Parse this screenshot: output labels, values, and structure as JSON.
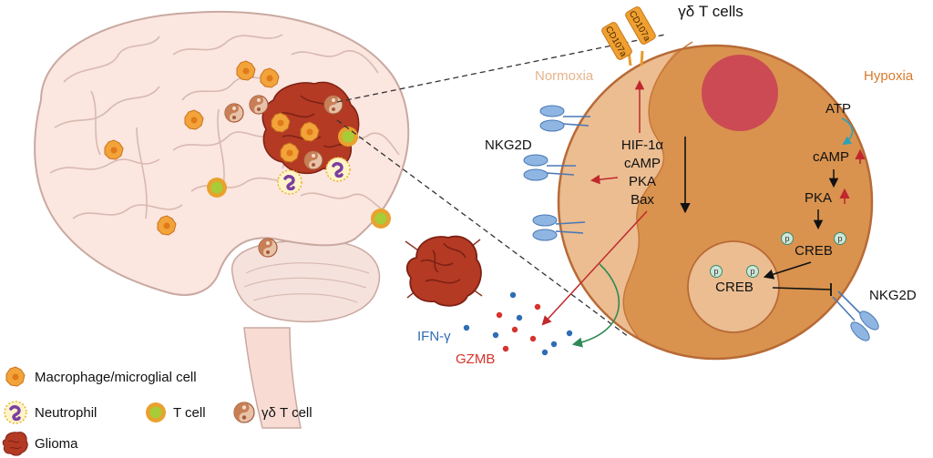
{
  "header": {
    "title": "γδ T cells"
  },
  "cell_labels": {
    "normoxia": "Normoxia",
    "hypoxia": "Hypoxia",
    "receptor_left": "NKG2D",
    "receptor_right": "NKG2D",
    "cd107a_1": "CD107a",
    "cd107a_2": "CD107a"
  },
  "normoxia_pathway": [
    "HIF-1α",
    "cAMP",
    "PKA",
    "Bax"
  ],
  "hypoxia_pathway": {
    "atp": "ATP",
    "camp": "cAMP",
    "pka": "PKA",
    "creb_cytoplasm": "CREB",
    "creb_nucleus": "CREB",
    "phospho": "p"
  },
  "secreted": {
    "ifn": "IFN-γ",
    "gzmb": "GZMB"
  },
  "legend": {
    "macrophage": "Macrophage/microglial cell",
    "neutrophil": "Neutrophil",
    "t_cell": "T cell",
    "gd_t_cell": "γδ T cell",
    "glioma": "Glioma"
  },
  "colors": {
    "normoxia_text": "#e6b48c",
    "hypoxia_text": "#d77a2c",
    "ifn_blue": "#2f6db5",
    "gzmb_red": "#d6332c",
    "cell_orange": "#d9934f",
    "cell_light": "#ebbd91",
    "nucleus_red": "#cc4a53",
    "brain_fill": "#fbe6e0"
  }
}
